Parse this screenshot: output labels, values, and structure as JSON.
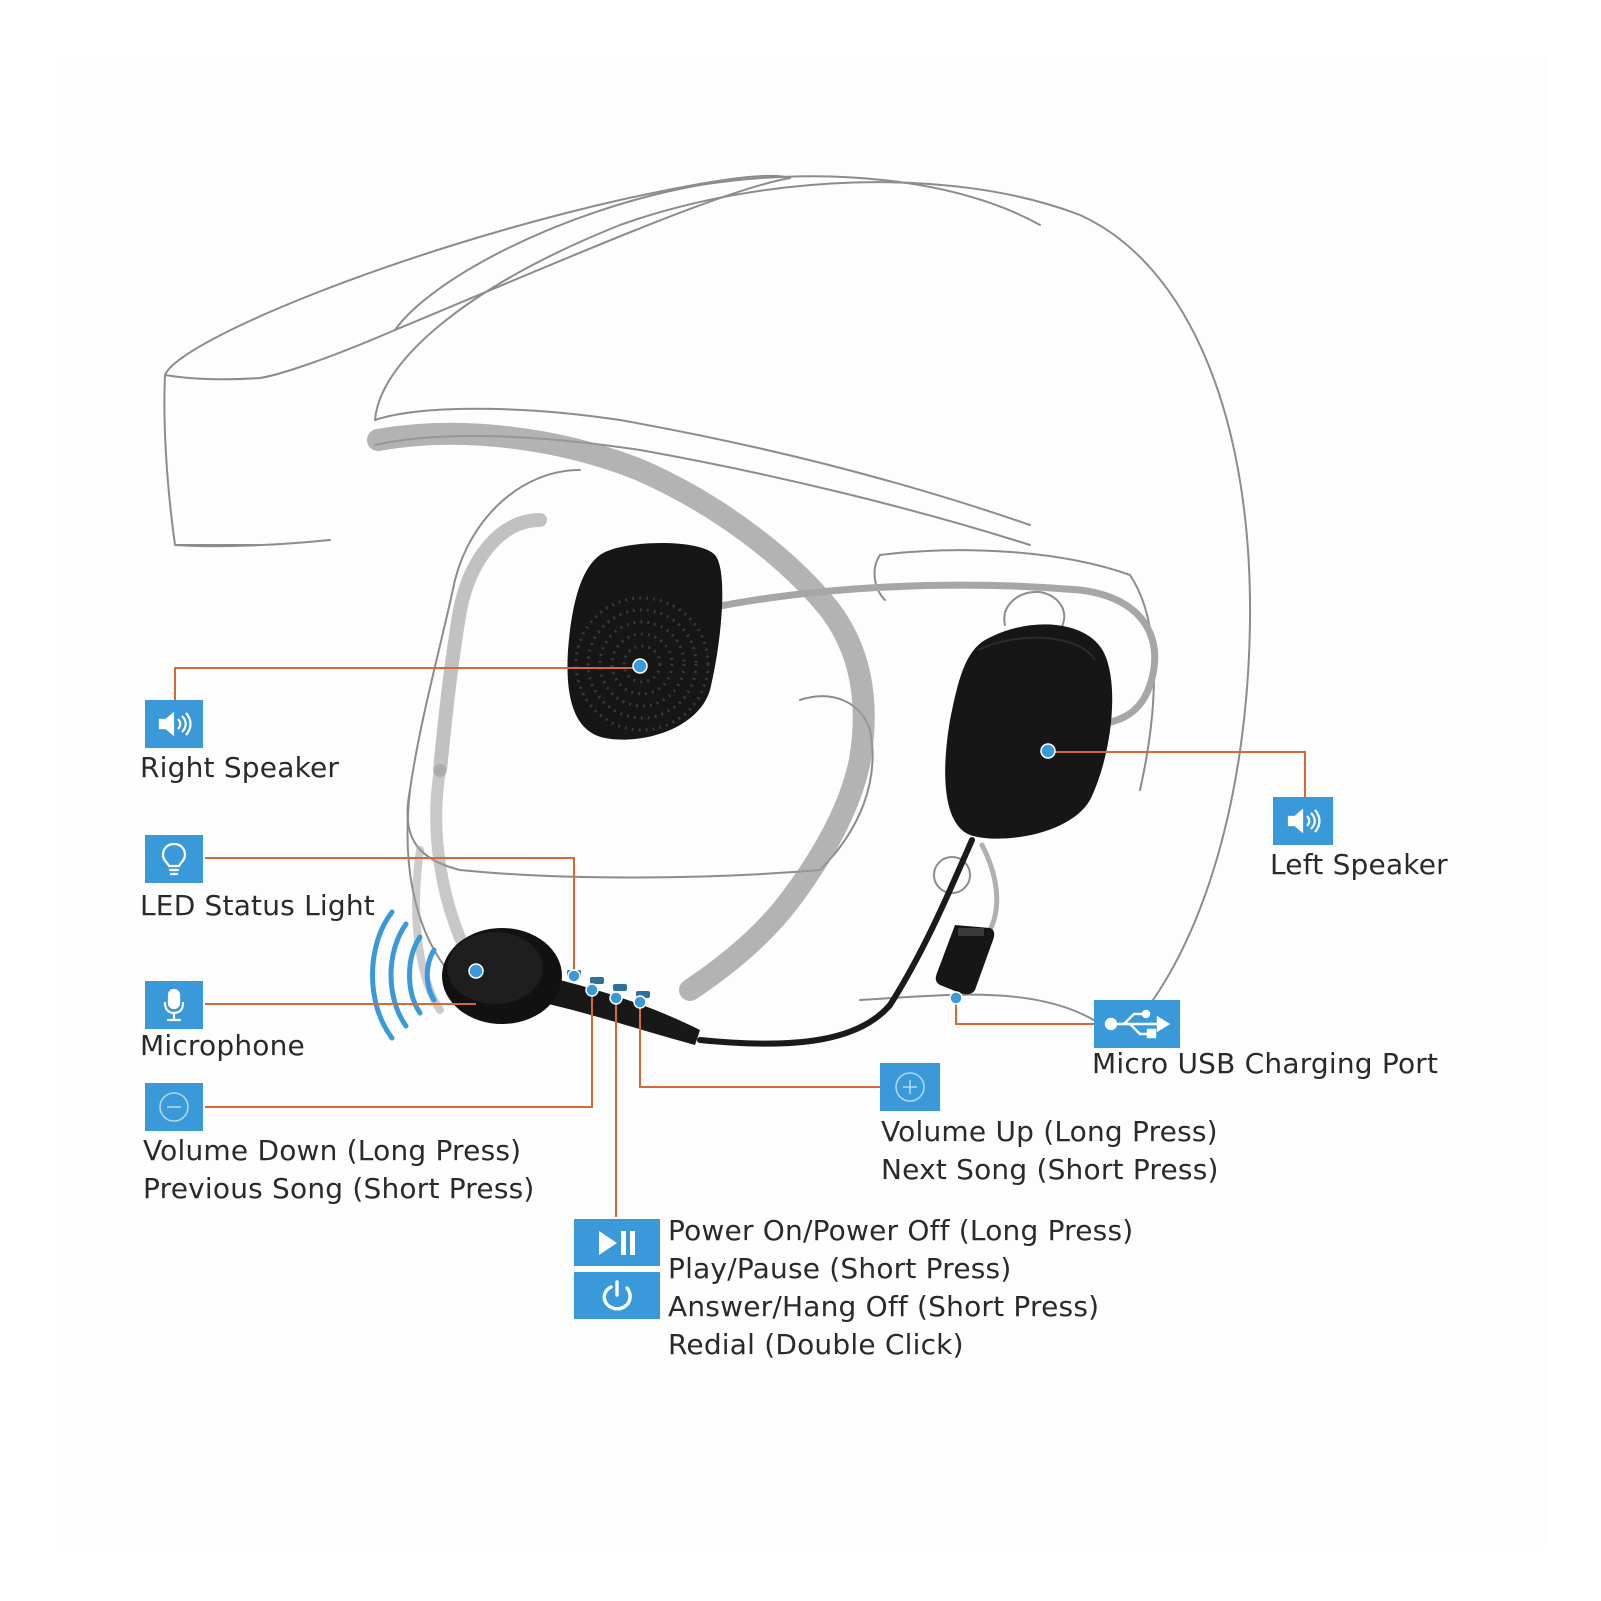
{
  "colors": {
    "accent_blue": "#3a9ad9",
    "leader_orange": "#d46a3a",
    "outline_gray": "#8c8c8c",
    "helmet_shade": "#9a9a9a",
    "device_black": "#161616"
  },
  "labels": {
    "right_speaker": "Right Speaker",
    "left_speaker": "Left Speaker",
    "led_status": "LED Status Light",
    "microphone": "Microphone",
    "micro_usb": "Micro USB Charging Port",
    "volume_down": [
      "Volume Down (Long Press)",
      "Previous Song (Short Press)"
    ],
    "volume_up": [
      "Volume Up (Long Press)",
      "Next Song (Short Press)"
    ],
    "power_play": [
      "Power On/Power Off (Long Press)",
      "Play/Pause (Short Press)",
      "Answer/Hang Off (Short Press)",
      "Redial (Double Click)"
    ]
  },
  "icons": {
    "right_speaker": "speaker-icon",
    "left_speaker": "speaker-icon",
    "led_status": "lightbulb-icon",
    "microphone": "microphone-icon",
    "micro_usb": "usb-icon",
    "volume_down": "minus-circle-icon",
    "volume_up": "plus-circle-icon",
    "play_pause": "play-pause-icon",
    "power": "power-icon"
  }
}
